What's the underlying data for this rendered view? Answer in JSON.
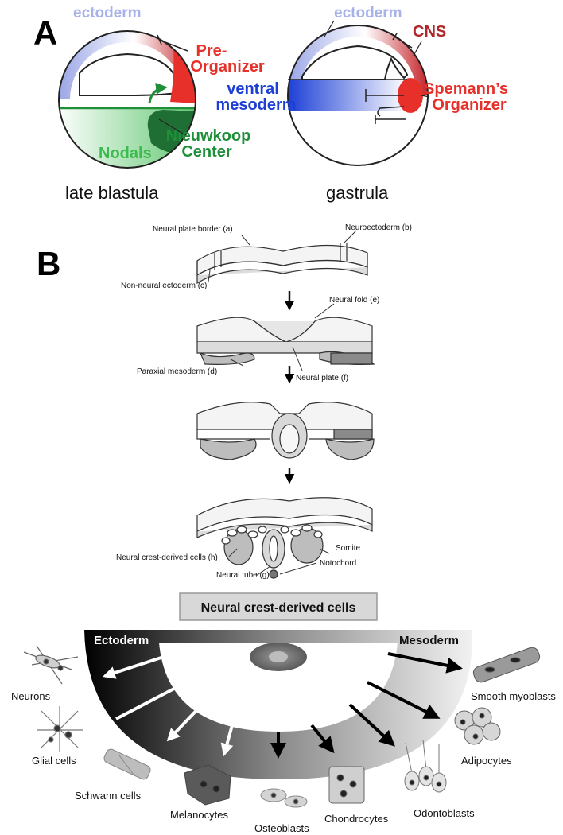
{
  "panel_a": {
    "letter": "A",
    "blastula": {
      "ectoderm": "ectoderm",
      "pre_organizer_line1": "Pre-",
      "pre_organizer_line2": "Organizer",
      "nieuwkoop_line1": "Nieuwkoop",
      "nieuwkoop_line2": "Center",
      "nodals": "Nodals",
      "stage": "late blastula"
    },
    "gastrula": {
      "cns": "CNS",
      "ventral_line1": "ventral",
      "ventral_line2": "mesoderm",
      "spemann_line1": "Spemann’s",
      "spemann_line2": "Organizer",
      "stage": "gastrula"
    },
    "colors": {
      "ectoderm": "#aab4e8",
      "organizer": "#e8302a",
      "nieuwkoop": "#1f8f3a",
      "ventral": "#1d3fd6",
      "cns": "#b0262a"
    }
  },
  "panel_b": {
    "letter": "B",
    "labels": {
      "a": "Neural plate border (a)",
      "b": "Neuroectoderm (b)",
      "c": "Non-neural ectoderm (c)",
      "e": "Neural fold (e)",
      "d": "Paraxial mesoderm (d)",
      "f": "Neural plate (f)",
      "h": "Neural crest-derived cells (h)",
      "somite": "Somite",
      "notochord": "Notochord",
      "g": "Neural tube (g)"
    }
  },
  "panel_c": {
    "title": "Neural crest-derived cells",
    "ectoderm": "Ectoderm",
    "mesoderm": "Mesoderm",
    "cells": {
      "neurons": "Neurons",
      "glial": "Glial cells",
      "schwann": "Schwann cells",
      "melanocytes": "Melanocytes",
      "osteoblasts": "Osteoblasts",
      "chondrocytes": "Chondrocytes",
      "odontoblasts": "Odontoblasts",
      "adipocytes": "Adipocytes",
      "smooth": "Smooth myoblasts"
    }
  }
}
